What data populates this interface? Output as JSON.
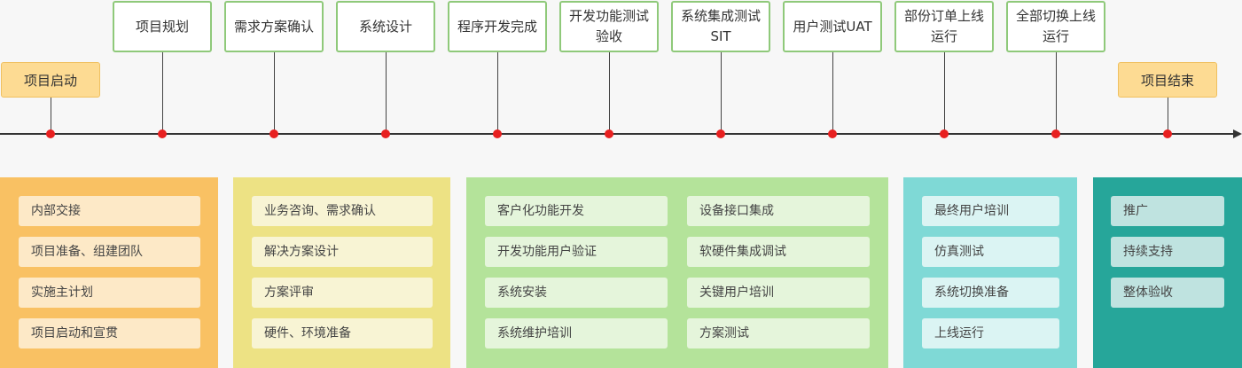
{
  "timeline": {
    "start": "项目启动",
    "end": "项目结束",
    "milestones": [
      "项目规划",
      "需求方案确认",
      "系统设计",
      "程序开发完成",
      "开发功能测试验收",
      "系统集成测试SIT",
      "用户测试UAT",
      "部份订单上线运行",
      "全部切换上线运行"
    ]
  },
  "panels": [
    {
      "color": "#f9c163",
      "item_color": "#fde9c7",
      "items": [
        "内部交接",
        "项目准备、组建团队",
        "实施主计划",
        "项目启动和宣贯"
      ]
    },
    {
      "color": "#ede284",
      "item_color": "#f8f4d4",
      "items": [
        "业务咨询、需求确认",
        "解决方案设计",
        "方案评审",
        "硬件、环境准备"
      ]
    },
    {
      "color": "#b4e39a",
      "item_color": "#e5f5db",
      "items": [
        "客户化功能开发",
        "开发功能用户验证",
        "系统安装",
        "系统维护培训"
      ],
      "items_right": [
        "设备接口集成",
        "软硬件集成调试",
        "关键用户培训",
        "方案测试"
      ]
    },
    {
      "color": "#7fd9d6",
      "item_color": "#dbf4f3",
      "items": [
        "最终用户培训",
        "仿真测试",
        "系统切换准备",
        "上线运行"
      ]
    },
    {
      "color": "#26a69a",
      "item_color": "#bfe3e0",
      "items": [
        "推广",
        "持续支持",
        "整体验收"
      ]
    }
  ]
}
